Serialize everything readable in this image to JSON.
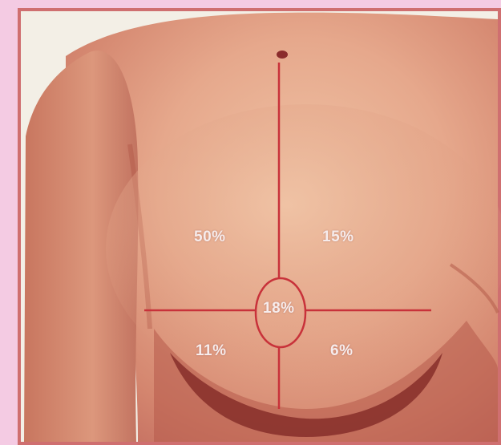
{
  "image": {
    "subject": "breast quadrant diagram photograph",
    "overlay_color": "#c8323a"
  },
  "quadrants": {
    "upper_outer": "50%",
    "upper_inner": "15%",
    "central": "18%",
    "lower_outer": "11%",
    "lower_inner": "6%"
  }
}
